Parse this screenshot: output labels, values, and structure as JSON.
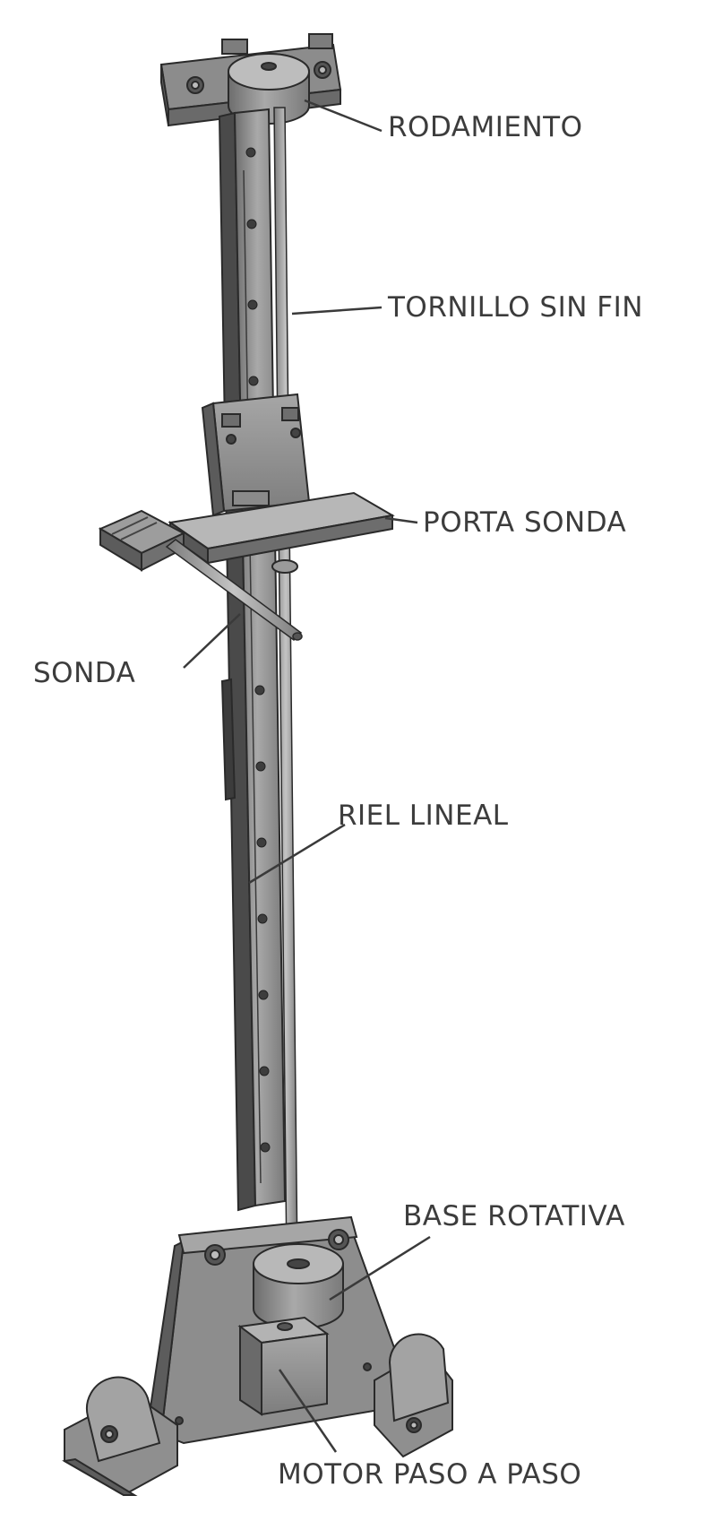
{
  "labels": {
    "rodamiento": "RODAMIENTO",
    "tornillo": "TORNILLO SIN FIN",
    "porta_sonda": "PORTA SONDA",
    "sonda": "SONDA",
    "riel": "RIEL LINEAL",
    "base": "BASE ROTATIVA",
    "motor": "MOTOR PASO A PASO"
  },
  "colors": {
    "part_fill": "#8a8a8a",
    "part_light": "#a8a8a8",
    "part_dark": "#5a5a5a",
    "outline": "#2a2a2a",
    "text": "#3c3c3c"
  }
}
